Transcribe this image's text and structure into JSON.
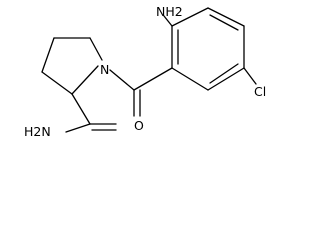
{
  "molecule": {
    "atoms": {
      "amine": "NH2",
      "ring_nitrogen": "N",
      "chlorine": "Cl",
      "carbonyl_oxygen": "O",
      "amide_nitrogen": "H2N"
    }
  },
  "colors": {
    "bond": "#000000",
    "label": "#000000",
    "background": "#ffffff"
  }
}
